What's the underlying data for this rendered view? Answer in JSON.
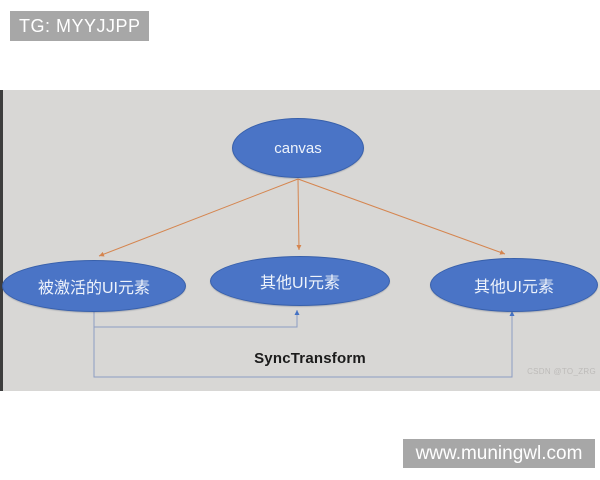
{
  "badge": {
    "label": "TG: MYYJJPP"
  },
  "diagram": {
    "nodes": {
      "canvas": {
        "label": "canvas"
      },
      "active": {
        "label": "被激活的UI元素"
      },
      "other_mid": {
        "label": "其他UI元素"
      },
      "other_right": {
        "label": "其他UI元素"
      }
    },
    "edge_label": "SyncTransform",
    "colors": {
      "node_fill": "#4a74c6",
      "node_border": "#3860ab",
      "arrow_orange": "#d5854f",
      "line_blue": "#8d9cc2",
      "arrowhead_blue": "#4472c4"
    }
  },
  "watermark": {
    "text": "CSDN @TO_ZRG"
  },
  "footer": {
    "site": "www.muningwl.com"
  }
}
